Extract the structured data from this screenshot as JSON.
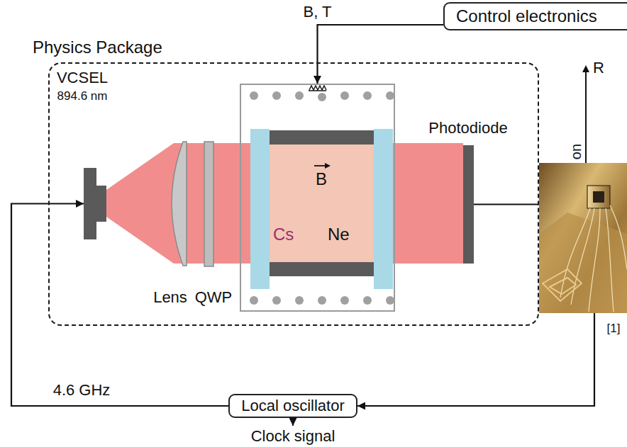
{
  "diagram": {
    "nodes": [
      {
        "text": [
          "Physics Package"
        ]
      },
      {
        "text": [
          "VCSEL",
          "894.6 nm"
        ],
        "in": 0
      },
      {
        "text": [
          "B",
          "Cs",
          "Ne"
        ],
        "in": 0
      },
      {
        "text": [
          "Photodiode"
        ],
        "in": 0
      },
      {
        "text": [
          "Control electronics"
        ]
      },
      {
        "text": [
          "Local oscillator"
        ]
      }
    ],
    "edges": [
      {
        "from": 4,
        "to": 2,
        "arrow": "to",
        "label": "B, T"
      },
      {
        "from": 3,
        "to": 5,
        "arrow": "to"
      },
      {
        "from": 5,
        "to": 1,
        "arrow": "to",
        "label": "4.6 GHz"
      }
    ],
    "labels": [
      "Lens",
      "QWP",
      "Clock signal",
      "[1]",
      "R",
      "on"
    ]
  }
}
